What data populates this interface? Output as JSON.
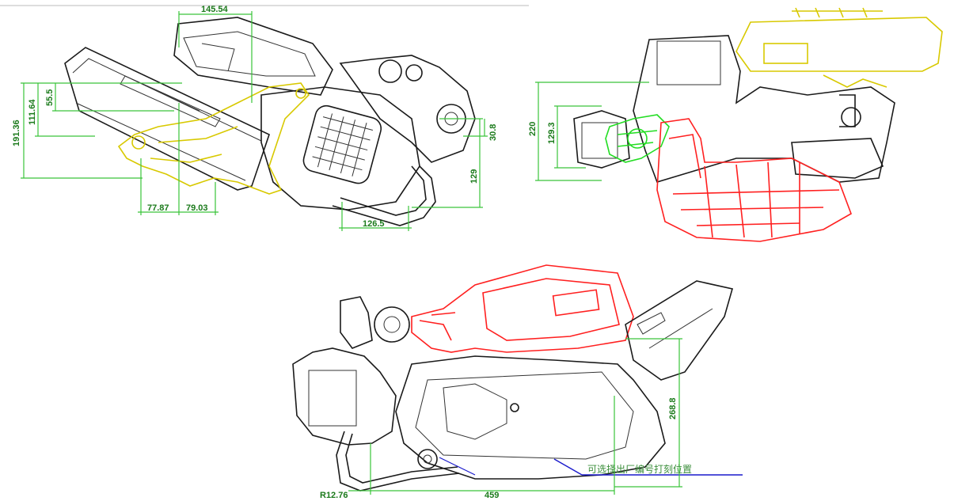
{
  "views": {
    "left": {
      "dims": {
        "d145": "145.54",
        "d191": "191.36",
        "d111": "111.64",
        "d55": "55.5",
        "d77": "77.87",
        "d79": "79.03",
        "d126": "126.5",
        "d129": "129",
        "d30": "30.8"
      }
    },
    "top": {
      "dims": {
        "d220": "220",
        "d129": "129.3"
      }
    },
    "bottom": {
      "dims": {
        "d268": "268.8",
        "d459": "459",
        "r12": "R12.76"
      },
      "note": "可选择出厂编号打刻位置"
    }
  },
  "colors": {
    "dimension": "#3ac43a",
    "highlight_yellow": "#d8c900",
    "highlight_red": "#ff2020",
    "highlight_green": "#22dd22",
    "outline": "#1a1a1a",
    "leader_blue": "#1a1acc"
  }
}
